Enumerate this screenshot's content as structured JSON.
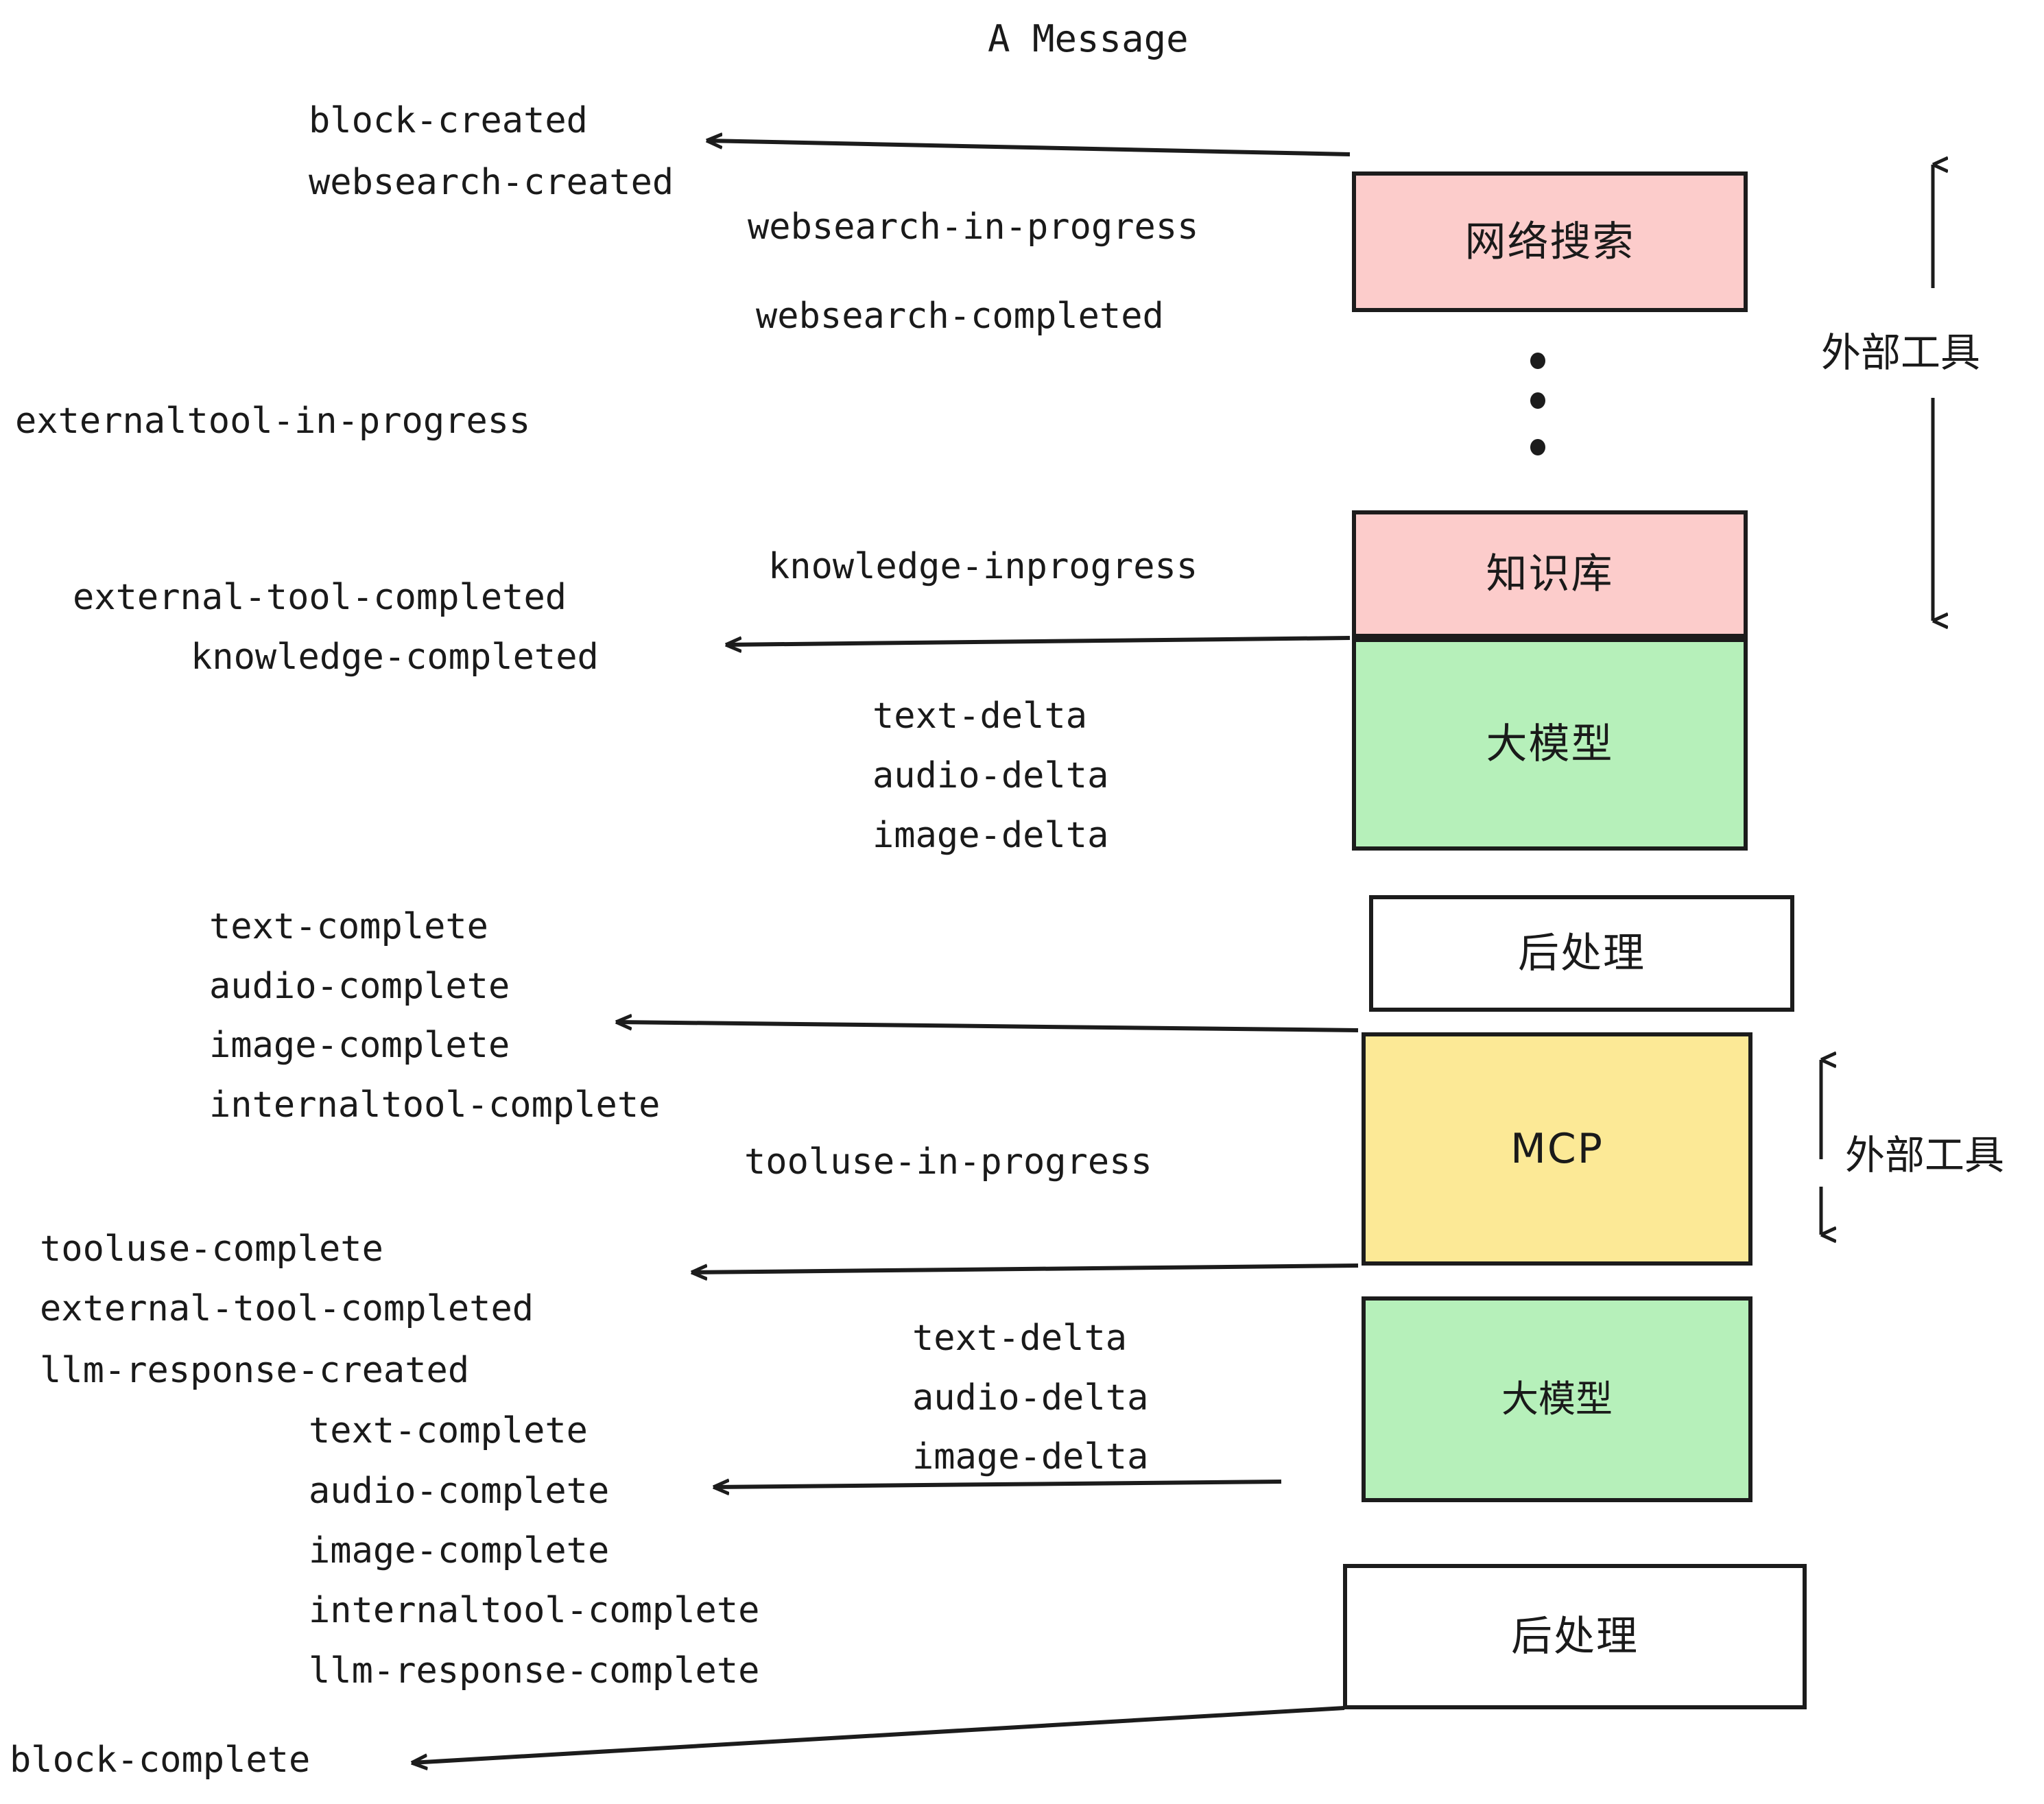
{
  "diagram": {
    "title": "A Message",
    "colors": {
      "pink": "#FCCCCB",
      "green": "#B6F0BA",
      "yellow": "#FCE996",
      "white": "#FFFFFF",
      "stroke": "#1C1C1C",
      "text": "#1A1A1A"
    },
    "nodes": [
      {
        "id": "websearch",
        "label": "网络搜索",
        "fill": "#FCCCCB"
      },
      {
        "id": "knowledge",
        "label": "知识库",
        "fill": "#FCCCCB"
      },
      {
        "id": "llm-1",
        "label": "大模型",
        "fill": "#B6F0BA"
      },
      {
        "id": "post-1",
        "label": "后处理",
        "fill": "#FFFFFF"
      },
      {
        "id": "mcp",
        "label": "MCP",
        "fill": "#FCE996"
      },
      {
        "id": "llm-2",
        "label": "大模型",
        "fill": "#B6F0BA"
      },
      {
        "id": "post-2",
        "label": "后处理",
        "fill": "#FFFFFF"
      }
    ],
    "side_annotations": [
      {
        "id": "external-tool-top",
        "label": "外部工具"
      },
      {
        "id": "external-tool-bottom",
        "label": "外部工具"
      }
    ],
    "events": [
      {
        "id": "block-created",
        "text": "block-created"
      },
      {
        "id": "websearch-created",
        "text": "websearch-created"
      },
      {
        "id": "websearch-in-progress",
        "text": "websearch-in-progress"
      },
      {
        "id": "websearch-completed",
        "text": "websearch-completed"
      },
      {
        "id": "externaltool-in-progress",
        "text": "externaltool-in-progress"
      },
      {
        "id": "knowledge-inprogress",
        "text": "knowledge-inprogress"
      },
      {
        "id": "external-tool-completed-1",
        "text": "external-tool-completed"
      },
      {
        "id": "knowledge-completed",
        "text": "knowledge-completed"
      },
      {
        "id": "text-delta-1",
        "text": "text-delta"
      },
      {
        "id": "audio-delta-1",
        "text": "audio-delta"
      },
      {
        "id": "image-delta-1",
        "text": "image-delta"
      },
      {
        "id": "text-complete-1",
        "text": "text-complete"
      },
      {
        "id": "audio-complete-1",
        "text": "audio-complete"
      },
      {
        "id": "image-complete-1",
        "text": "image-complete"
      },
      {
        "id": "internaltool-complete-1",
        "text": "internaltool-complete"
      },
      {
        "id": "tooluse-in-progress",
        "text": "tooluse-in-progress"
      },
      {
        "id": "tooluse-complete",
        "text": "tooluse-complete"
      },
      {
        "id": "external-tool-completed-2",
        "text": "external-tool-completed"
      },
      {
        "id": "llm-response-created",
        "text": "llm-response-created"
      },
      {
        "id": "text-delta-2",
        "text": "text-delta"
      },
      {
        "id": "audio-delta-2",
        "text": "audio-delta"
      },
      {
        "id": "image-delta-2",
        "text": "image-delta"
      },
      {
        "id": "text-complete-2",
        "text": "text-complete"
      },
      {
        "id": "audio-complete-2",
        "text": "audio-complete"
      },
      {
        "id": "image-complete-2",
        "text": "image-complete"
      },
      {
        "id": "internaltool-complete-2",
        "text": "internaltool-complete"
      },
      {
        "id": "llm-response-complete",
        "text": "llm-response-complete"
      },
      {
        "id": "block-complete",
        "text": "block-complete"
      }
    ]
  }
}
